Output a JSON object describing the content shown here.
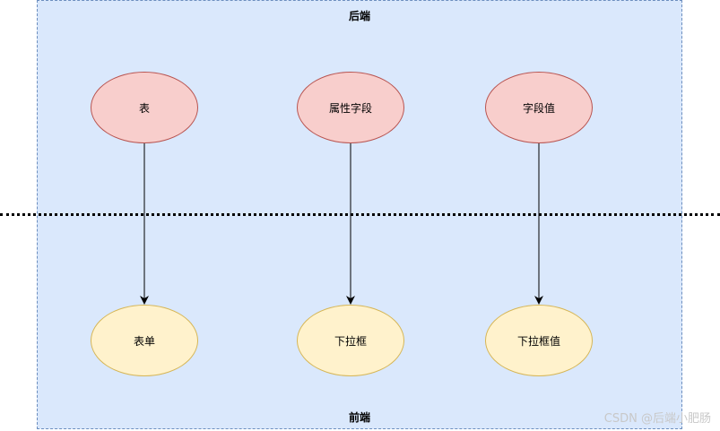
{
  "diagram": {
    "backend_label": "后端",
    "frontend_label": "前端",
    "backend_nodes": [
      {
        "label": "表"
      },
      {
        "label": "属性字段"
      },
      {
        "label": "字段值"
      }
    ],
    "frontend_nodes": [
      {
        "label": "表单"
      },
      {
        "label": "下拉框"
      },
      {
        "label": "下拉框值"
      }
    ],
    "edges": [
      {
        "from": "表",
        "to": "表单"
      },
      {
        "from": "属性字段",
        "to": "下拉框"
      },
      {
        "from": "字段值",
        "to": "下拉框值"
      }
    ],
    "colors": {
      "panel_fill": "#dae8fc",
      "panel_border": "#6c8ebf",
      "backend_fill": "#f8cecc",
      "backend_border": "#b85450",
      "frontend_fill": "#fff2cc",
      "frontend_border": "#d6b656"
    }
  },
  "watermark": "CSDN @后端小肥肠"
}
